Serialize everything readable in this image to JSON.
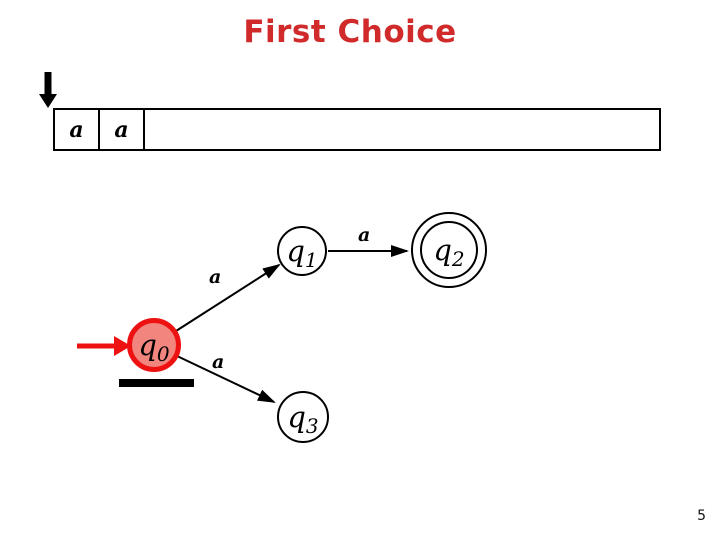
{
  "slide": {
    "title": "First Choice",
    "page_number": "5"
  },
  "colors": {
    "title_red": "#d02a2a",
    "highlight_red": "#ee1111",
    "current_state_fill": "#f2857e",
    "ink": "#000000"
  },
  "tape": {
    "cells": [
      {
        "symbol": "a"
      },
      {
        "symbol": "a"
      }
    ],
    "head_cell_index": 0
  },
  "automaton": {
    "states": [
      {
        "id": "q0",
        "base": "q",
        "sub": "0",
        "kind": "start-current"
      },
      {
        "id": "q1",
        "base": "q",
        "sub": "1",
        "kind": "normal"
      },
      {
        "id": "q2",
        "base": "q",
        "sub": "2",
        "kind": "accepting"
      },
      {
        "id": "q3",
        "base": "q",
        "sub": "3",
        "kind": "normal"
      }
    ],
    "transitions": [
      {
        "from": "q0",
        "to": "q1",
        "symbol": "a"
      },
      {
        "from": "q1",
        "to": "q2",
        "symbol": "a"
      },
      {
        "from": "q0",
        "to": "q3",
        "symbol": "a"
      }
    ]
  }
}
